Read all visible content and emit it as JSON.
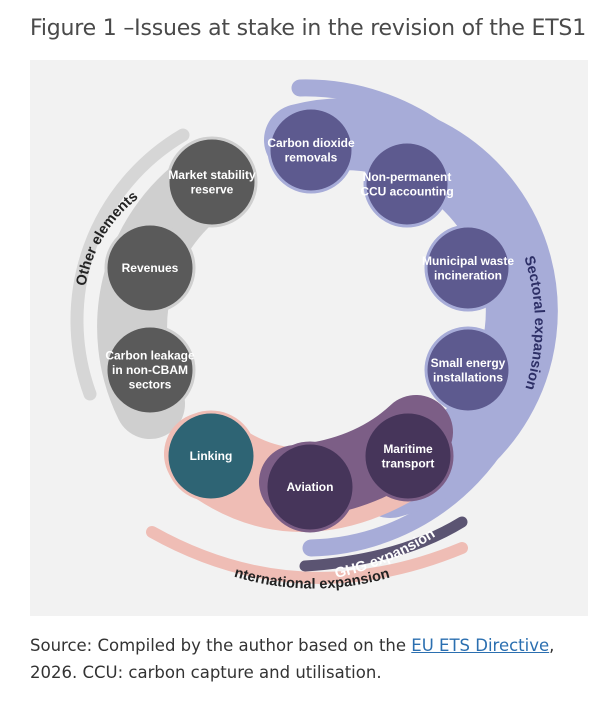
{
  "title": "Figure 1 –Issues at stake in the revision of the ETS1",
  "arcs": {
    "other": "Other elements",
    "sectoral": "Sectoral expansion",
    "ghg": "GHG expansion",
    "international": "International expansion"
  },
  "nodes": {
    "market_stability_reserve": [
      "Market stability",
      "reserve"
    ],
    "revenues": [
      "Revenues"
    ],
    "carbon_leakage": [
      "Carbon leakage",
      "in non-CBAM",
      "sectors"
    ],
    "carbon_dioxide_removals": [
      "Carbon dioxide",
      "removals"
    ],
    "non_permanent_ccu": [
      "Non-permanent",
      "CCU accounting"
    ],
    "municipal_waste": [
      "Municipal waste",
      "incineration"
    ],
    "small_energy": [
      "Small energy",
      "installations"
    ],
    "maritime_transport": [
      "Maritime",
      "transport"
    ],
    "aviation": [
      "Aviation"
    ],
    "linking": [
      "Linking"
    ]
  },
  "source": {
    "prefix": "Source: Compiled by the author based on the ",
    "link": "EU ETS Directive",
    "suffix": ", 2026. CCU: carbon capture and utilisation."
  },
  "colors": {
    "other_arc": "#d6d6d6",
    "gray_node": "#5a5a5a",
    "sectoral_band": "#a7acd8",
    "sectoral_node": "#5d5a8f",
    "ghg_band": "#7c5e86",
    "ghg_node": "#46355a",
    "intl_band": "#efbdb5",
    "linking_node": "#2e6474"
  }
}
